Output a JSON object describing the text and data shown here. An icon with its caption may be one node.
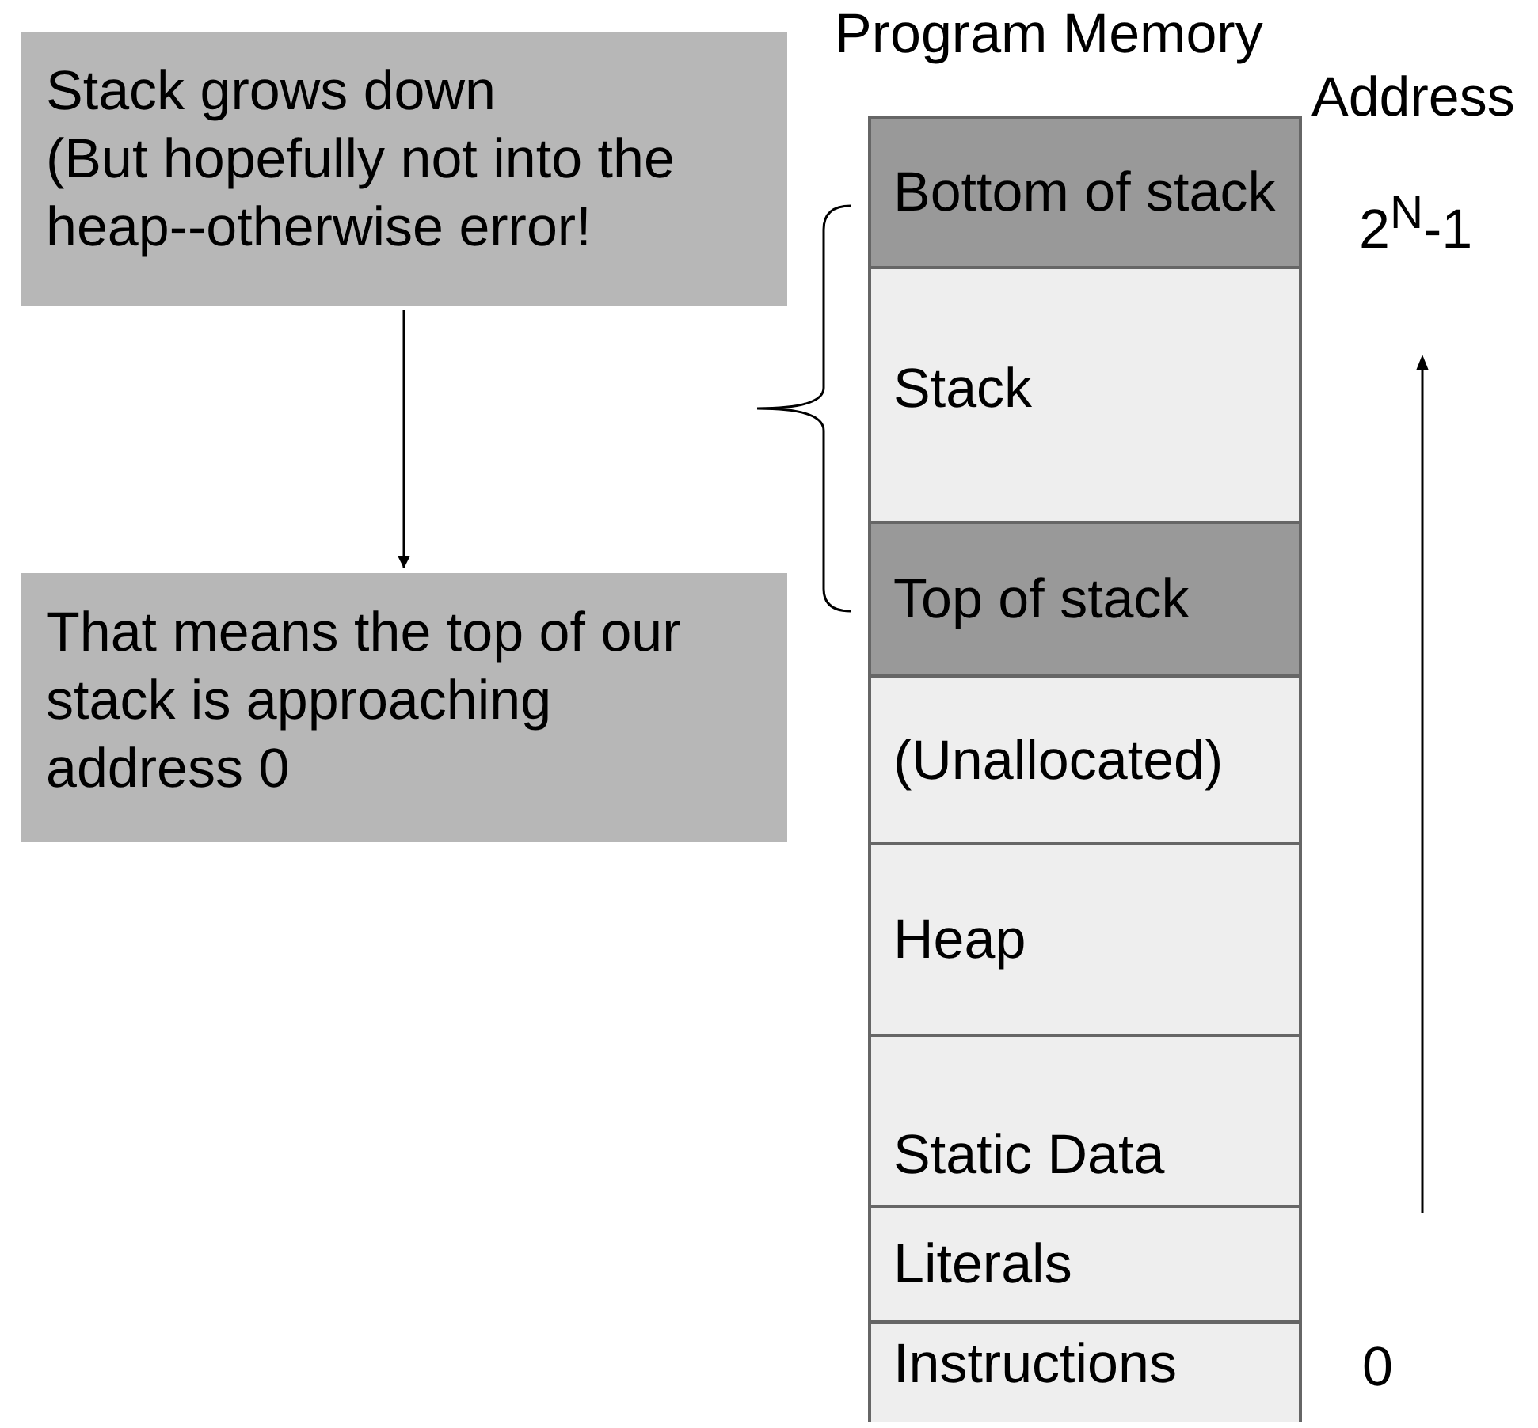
{
  "diagram": {
    "nodes": [
      {
        "text": [
          "Stack grows down",
          "(But hopefully not into the heap--otherwise error!"
        ]
      },
      {
        "text": [
          "That means the top of our stack is approaching address 0"
        ]
      },
      {
        "text": [
          "Bottom of stack"
        ]
      },
      {
        "text": [
          "Stack"
        ]
      },
      {
        "text": [
          "Top of stack"
        ]
      },
      {
        "text": [
          "(Unallocated)"
        ]
      },
      {
        "text": [
          "Heap"
        ]
      },
      {
        "text": [
          "Static Data"
        ]
      },
      {
        "text": [
          "Literals"
        ]
      },
      {
        "text": [
          "Instructions"
        ]
      }
    ],
    "edges": [
      {
        "from": 0,
        "to": 1,
        "arrow": "to"
      }
    ],
    "labels": [
      "Program Memory",
      "Address",
      "2$^{N}$-1",
      "0"
    ]
  }
}
